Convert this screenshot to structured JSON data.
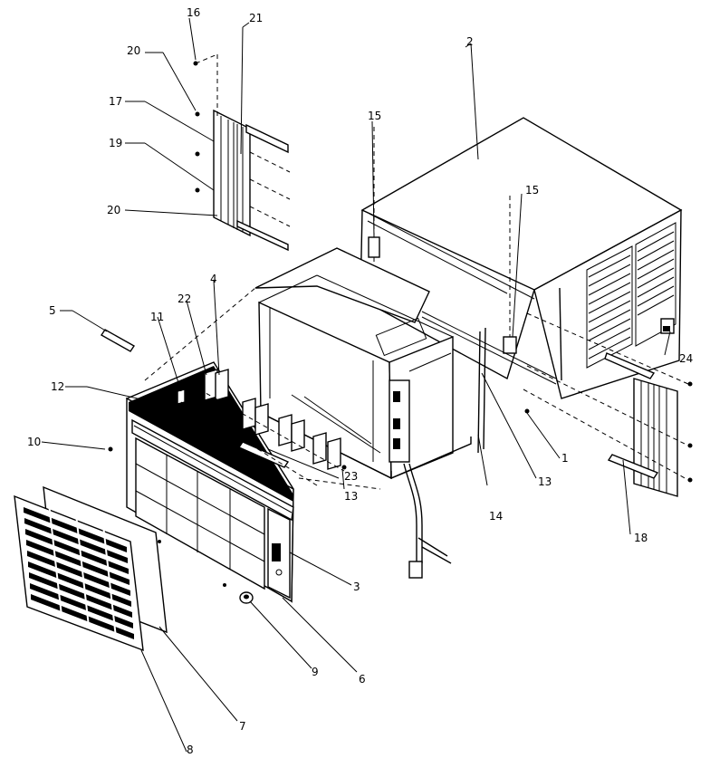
{
  "callouts": [
    {
      "id": "c1",
      "text": "1"
    },
    {
      "id": "c2",
      "text": "2"
    },
    {
      "id": "c3",
      "text": "3"
    },
    {
      "id": "c4",
      "text": "4"
    },
    {
      "id": "c5",
      "text": "5"
    },
    {
      "id": "c6",
      "text": "6"
    },
    {
      "id": "c7",
      "text": "7"
    },
    {
      "id": "c8",
      "text": "8"
    },
    {
      "id": "c9",
      "text": "9"
    },
    {
      "id": "c10",
      "text": "10"
    },
    {
      "id": "c11",
      "text": "11"
    },
    {
      "id": "c12",
      "text": "12"
    },
    {
      "id": "c13a",
      "text": "13"
    },
    {
      "id": "c13b",
      "text": "13"
    },
    {
      "id": "c14",
      "text": "14"
    },
    {
      "id": "c15a",
      "text": "15"
    },
    {
      "id": "c15b",
      "text": "15"
    },
    {
      "id": "c16",
      "text": "16"
    },
    {
      "id": "c17",
      "text": "17"
    },
    {
      "id": "c18",
      "text": "18"
    },
    {
      "id": "c19",
      "text": "19"
    },
    {
      "id": "c20a",
      "text": "20"
    },
    {
      "id": "c20b",
      "text": "20"
    },
    {
      "id": "c21",
      "text": "21"
    },
    {
      "id": "c22",
      "text": "22"
    },
    {
      "id": "c23",
      "text": "23"
    },
    {
      "id": "c24",
      "text": "24"
    }
  ]
}
